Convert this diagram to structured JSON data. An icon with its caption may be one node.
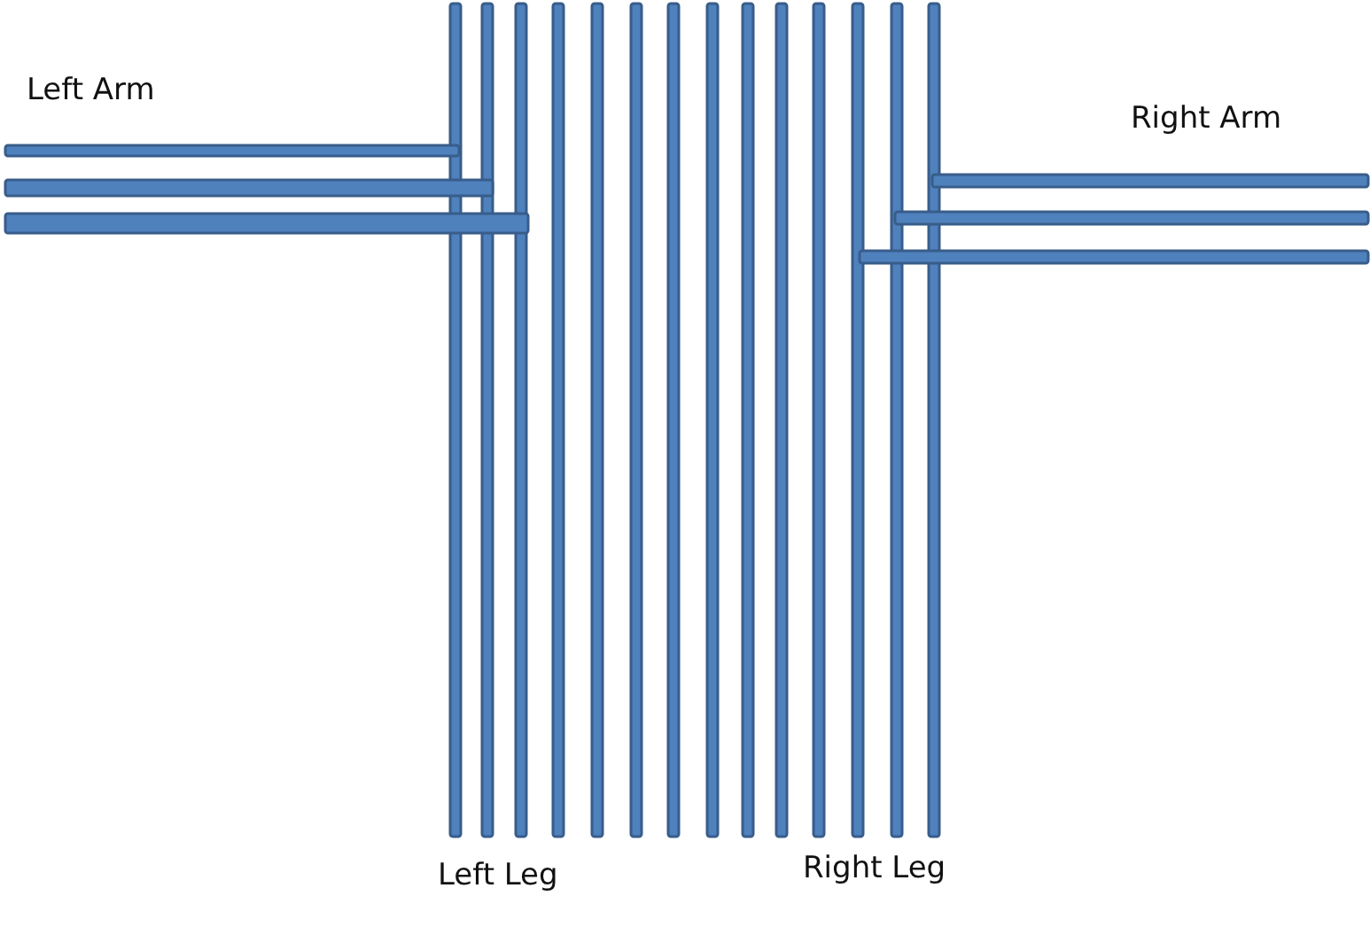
{
  "diagram": {
    "labels": [
      "Left Arm",
      "Right Arm",
      "Left Leg",
      "Right Leg"
    ]
  }
}
